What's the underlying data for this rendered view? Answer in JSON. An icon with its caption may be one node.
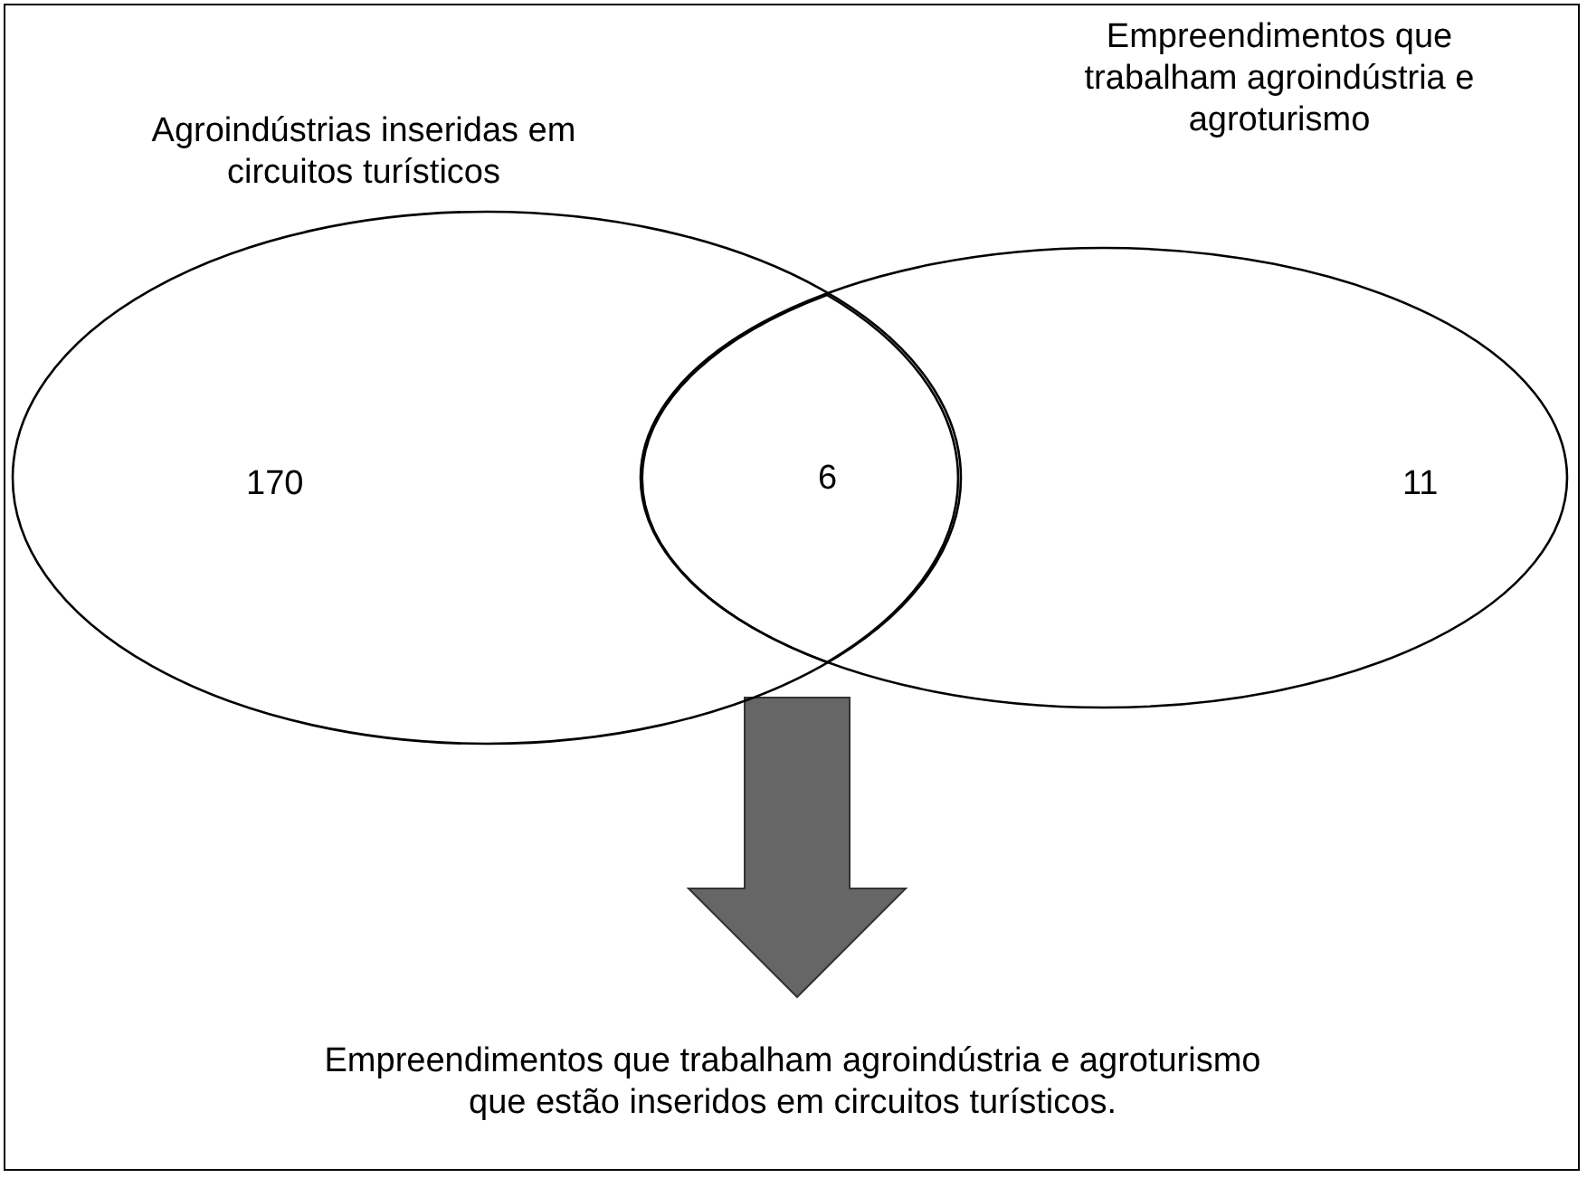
{
  "diagram": {
    "nodes": [
      {
        "text": [
          "Agroindústrias inseridas em circuitos turísticos",
          "170"
        ]
      },
      {
        "text": [
          "Empreendimentos que trabalham agroindústria e agroturismo",
          "11"
        ]
      },
      {
        "text": [
          "6"
        ]
      },
      {
        "text": [
          "Empreendimentos que trabalham agroindústria e agroturismo que estão inseridos em circuitos turísticos."
        ]
      }
    ],
    "edges": [
      {
        "from": 2,
        "to": 3,
        "arrow": "to",
        "style": "thick",
        "color": "#666666"
      }
    ]
  }
}
